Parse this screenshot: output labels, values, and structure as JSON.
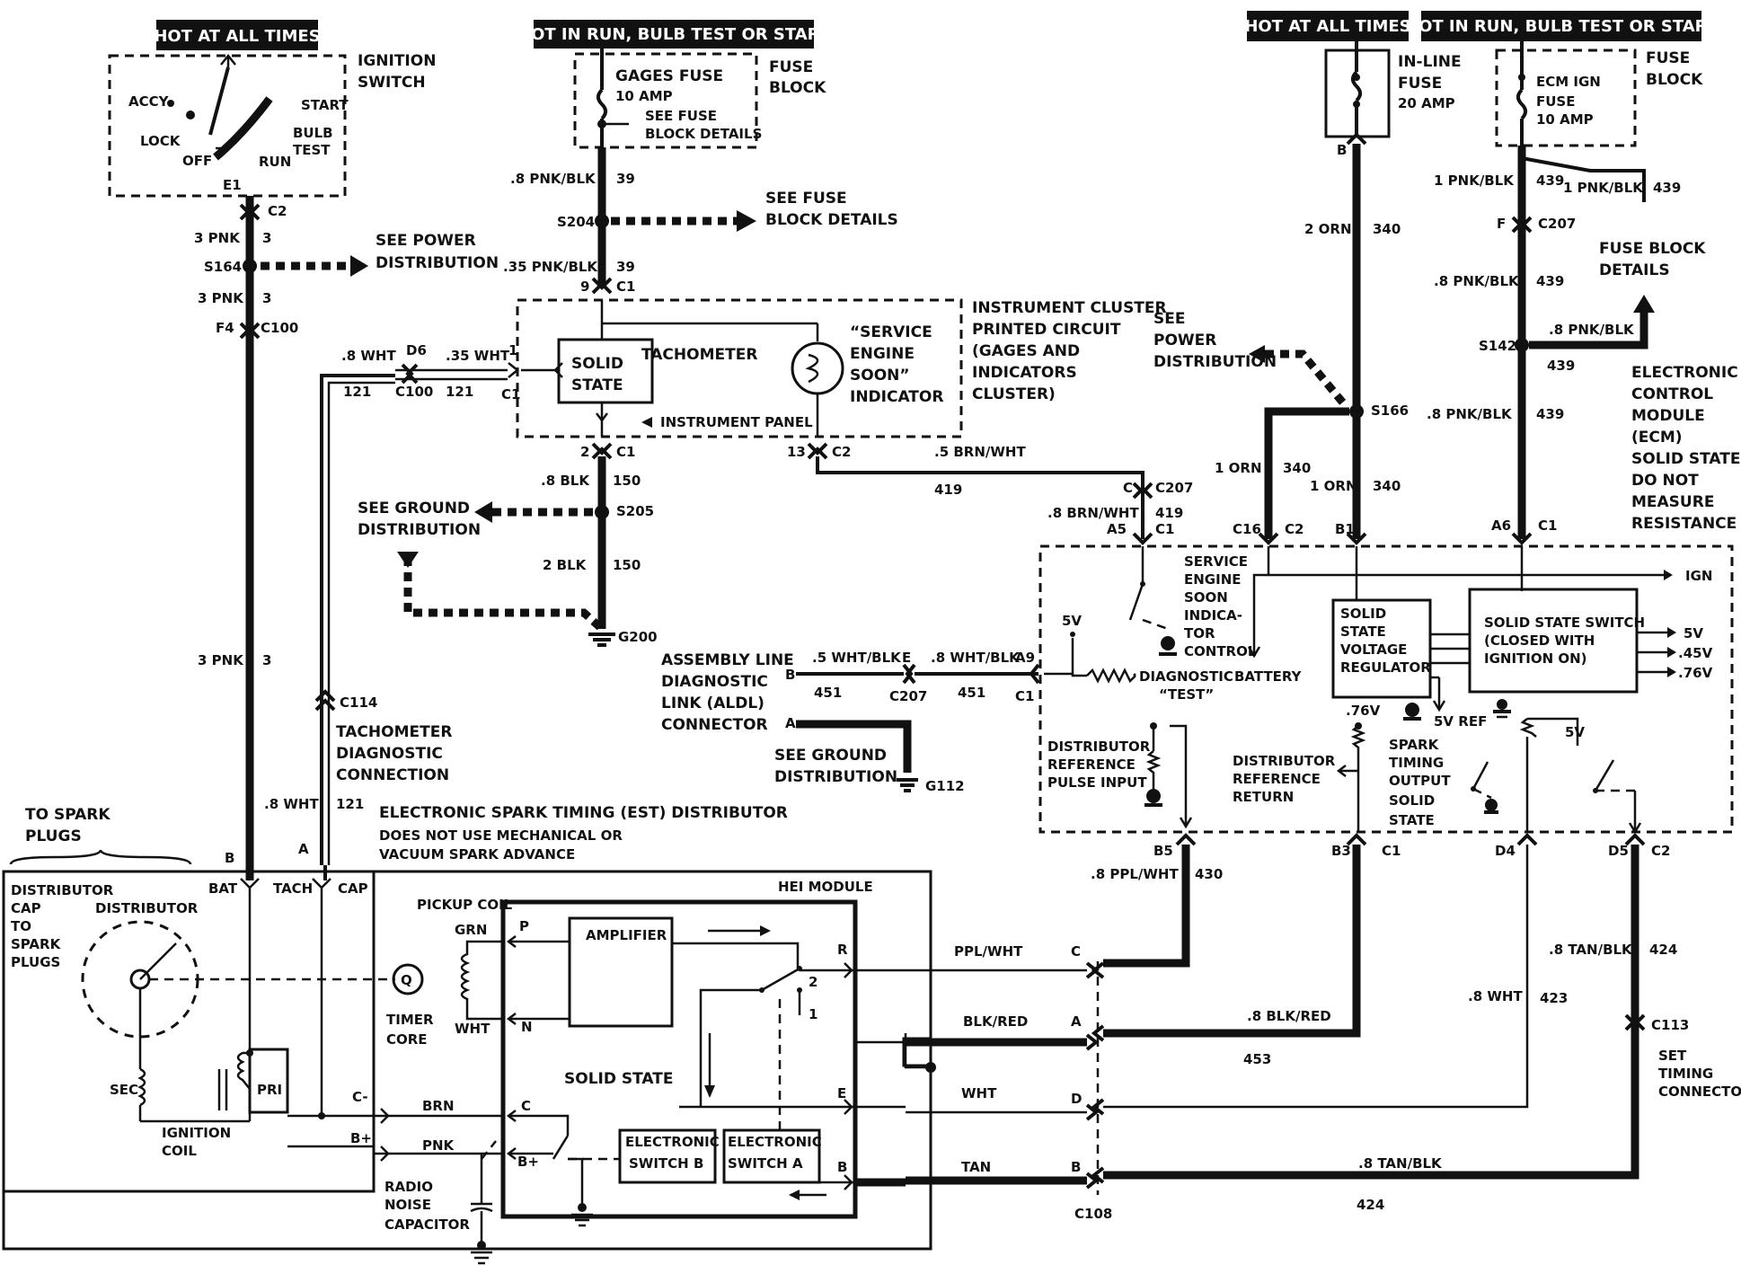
{
  "headers": {
    "hot_all_times_left": "HOT AT ALL TIMES",
    "hot_run_left": "HOT IN RUN, BULB TEST OR START",
    "hot_all_times_right": "HOT AT ALL TIMES",
    "hot_run_right": "HOT IN RUN, BULB TEST OR START"
  },
  "ignition": {
    "title_1": "IGNITION",
    "title_2": "SWITCH",
    "accy": "ACCY",
    "lock": "LOCK",
    "off": "OFF",
    "run": "RUN",
    "start": "START",
    "bulb_1": "BULB",
    "bulb_2": "TEST",
    "pin": "E1",
    "conn": "C2",
    "wire_color_a": "3 PNK",
    "wire_num_a": "3",
    "splice": "S164",
    "see_power_1": "SEE POWER",
    "see_power_2": "DISTRIBUTION",
    "wire_color_b": "3 PNK",
    "wire_num_b": "3",
    "f4": "F4",
    "c100": "C100",
    "wire_color_c": "3 PNK",
    "wire_num_c": "3",
    "wire_color_d": ".8 WHT",
    "wire_num_d": "121"
  },
  "gages": {
    "fuse_1": "GAGES FUSE",
    "amp": "10 AMP",
    "see_1": "SEE FUSE",
    "see_2": "BLOCK DETAILS",
    "fb_1": "FUSE",
    "fb_2": "BLOCK",
    "w1_color": ".8 PNK/BLK",
    "w1_num": "39",
    "splice": "S204",
    "see_fuse_1": "SEE FUSE",
    "see_fuse_2": "BLOCK DETAILS",
    "w2_color": ".35 PNK/BLK",
    "w2_num": "39",
    "pin_9": "9",
    "conn_c1": "C1"
  },
  "cluster": {
    "title_1": "INSTRUMENT CLUSTER",
    "title_2": "PRINTED CIRCUIT",
    "title_3": "(GAGES AND",
    "title_4": "INDICATORS",
    "title_5": "CLUSTER)",
    "solid_1": "SOLID",
    "solid_2": "STATE",
    "tach": "TACHOMETER",
    "ses_1": "“SERVICE",
    "ses_2": "ENGINE",
    "ses_3": "SOON”",
    "ses_4": "INDICATOR",
    "panel": "INSTRUMENT PANEL",
    "pin_1": "1",
    "pin_2": "2",
    "pin_13": "13",
    "c1": "C1",
    "c1b": "C1",
    "c2": "C2"
  },
  "tach_wire": {
    "w_a": ".8 WHT",
    "d6": "D6",
    "w_b": ".35 WHT",
    "n_a": "121",
    "c100": "C100",
    "n_b": "121",
    "c114": "C114",
    "diag_1": "TACHOMETER",
    "diag_2": "DIAGNOSTIC",
    "diag_3": "CONNECTION"
  },
  "ground": {
    "w1_color": ".8 BLK",
    "w1_num": "150",
    "see_1": "SEE GROUND",
    "see_2": "DISTRIBUTION",
    "splice": "S205",
    "w2_color": "2 BLK",
    "w2_num": "150",
    "g": "G200"
  },
  "ses_wire": {
    "color": ".5 BRN/WHT",
    "num": "419",
    "c": "C",
    "c207": "C207",
    "color2": ".8 BRN/WHT",
    "num2": "419",
    "a5": "A5",
    "c1": "C1"
  },
  "aldl": {
    "l1": "ASSEMBLY LINE",
    "l2": "DIAGNOSTIC",
    "l3": "LINK (ALDL)",
    "l4": "CONNECTOR",
    "b": "B",
    "w1": ".5 WHT/BLK",
    "e": "E",
    "w2": ".8 WHT/BLK",
    "a9": "A9",
    "n1": "451",
    "c207": "C207",
    "n2": "451",
    "c1": "C1",
    "a": "A",
    "see_1": "SEE GROUND",
    "see_2": "DISTRIBUTION",
    "g": "G112"
  },
  "right_power": {
    "inline_1": "IN-LINE",
    "inline_2": "FUSE",
    "inline_3": "20 AMP",
    "b": "B",
    "w_color": "2 ORN",
    "w_num": "340",
    "see_1": "SEE",
    "see_2": "POWER",
    "see_3": "DISTRIBUTION",
    "splice": "S166",
    "w_left_color": "1 ORN",
    "w_left_num": "340",
    "w_right_color": "1 ORN",
    "w_right_num": "340",
    "c16": "C16",
    "c2": "C2",
    "b1": "B1",
    "ecm_1": "ECM IGN",
    "ecm_2": "FUSE",
    "ecm_3": "10 AMP",
    "fb_1": "FUSE",
    "fb_2": "BLOCK",
    "w1_color": "1 PNK/BLK",
    "w1_num": "439",
    "w1b_color": "1 PNK/BLK",
    "w1b_num": "439",
    "f": "F",
    "c207": "C207",
    "fbd_1": "FUSE BLOCK",
    "fbd_2": "DETAILS",
    "w2_color": ".8 PNK/BLK",
    "w2_num": "439",
    "s142": "S142",
    "w3_color": ".8 PNK/BLK",
    "w3_num": "439",
    "w4_color": ".8 PNK/BLK",
    "w4_num": "439",
    "a6": "A6",
    "c1": "C1"
  },
  "ecm": {
    "t1": "ELECTRONIC",
    "t2": "CONTROL",
    "t3": "MODULE",
    "t4": "(ECM)",
    "t5": "SOLID STATE",
    "t6": "DO NOT",
    "t7": "MEASURE",
    "t8": "RESISTANCE",
    "ses_1": "SERVICE",
    "ses_2": "ENGINE",
    "ses_3": "SOON",
    "ses_4": "INDICA-",
    "ses_5": "TOR",
    "ses_6": "CONTROL",
    "v5": "5V",
    "diag_1": "DIAGNOSTIC",
    "diag_2": "“TEST”",
    "battery": "BATTERY",
    "vr_1": "SOLID",
    "vr_2": "STATE",
    "vr_3": "VOLTAGE",
    "vr_4": "REGULATOR",
    "sw_1": "SOLID STATE SWITCH",
    "sw_2": "(CLOSED WITH",
    "sw_3": "IGNITION ON)",
    "ign": "IGN",
    "o1": "5V",
    "o2": ".45V",
    "o3": ".76V",
    "v76": ".76V",
    "v5ref": "5V REF",
    "v5b": "5V",
    "drp_1": "DISTRIBUTOR",
    "drp_2": "REFERENCE",
    "drp_3": "PULSE INPUT",
    "drr_1": "DISTRIBUTOR",
    "drr_2": "REFERENCE",
    "drr_3": "RETURN",
    "spark_1": "SPARK",
    "spark_2": "TIMING",
    "spark_3": "OUTPUT",
    "spark_4": "SOLID",
    "spark_5": "STATE",
    "b5": "B5",
    "b3": "B3",
    "c1": "C1",
    "d4": "D4",
    "d5": "D5",
    "c2": "C2"
  },
  "bottom_wires": {
    "w430_color": ".8 PPL/WHT",
    "w430_num": "430",
    "w424_color": ".8 TAN/BLK",
    "w424_num": "424",
    "w423_color": ".8 WHT",
    "w423_num": "423",
    "c113": "C113",
    "set_1": "SET",
    "set_2": "TIMING",
    "set_3": "CONNECTOR",
    "ppl": "PPL/WHT",
    "c": "C",
    "blkred": "BLK/RED",
    "a": "A",
    "blkred2": ".8 BLK/RED",
    "n453": "453",
    "wht": "WHT",
    "d": "D",
    "tan": "TAN",
    "b": "B",
    "tanblk": ".8 TAN/BLK",
    "n424": "424",
    "c108": "C108"
  },
  "distributor": {
    "est_1": "ELECTRONIC SPARK TIMING (EST) DISTRIBUTOR",
    "est_2": "DOES NOT USE MECHANICAL OR",
    "est_3": "VACUUM SPARK ADVANCE",
    "plugs_1": "TO SPARK",
    "plugs_2": "PLUGS",
    "b": "B",
    "a": "A",
    "cap_1": "DISTRIBUTOR",
    "cap_2": "CAP",
    "cap_3": "TO",
    "cap_4": "SPARK",
    "cap_5": "PLUGS",
    "dist": "DISTRIBUTOR",
    "bat": "BAT",
    "tachl": "TACH",
    "capl": "CAP",
    "sec": "SEC",
    "pri": "PRI",
    "coil_1": "IGNITION",
    "coil_2": "COIL",
    "cminus": "C-",
    "bplus": "B+",
    "brn": "BRN",
    "pnk": "PNK",
    "pickup": "PICKUP COIL",
    "grn": "GRN",
    "whtp": "WHT",
    "timer_1": "TIMER",
    "timer_2": "CORE",
    "radio_1": "RADIO",
    "radio_2": "NOISE",
    "radio_3": "CAPACITOR",
    "hei": "HEI MODULE",
    "amp": "AMPLIFIER",
    "solid": "SOLID STATE",
    "p": "P",
    "n": "N",
    "c": "C",
    "bp": "B+",
    "r": "R",
    "e": "E",
    "bb": "B",
    "two": "2",
    "one": "1",
    "esb_1": "ELECTRONIC",
    "esb_2": "SWITCH B",
    "esa_1": "ELECTRONIC",
    "esa_2": "SWITCH A"
  }
}
